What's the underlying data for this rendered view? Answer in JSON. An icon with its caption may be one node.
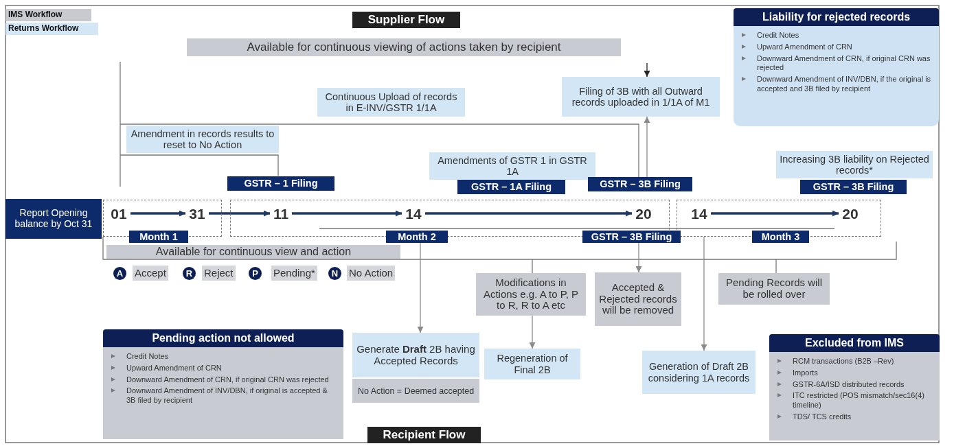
{
  "diagram": {
    "nodes": [
      {
        "text": [
          "IMS Workflow"
        ]
      },
      {
        "text": [
          "Returns Workflow"
        ]
      },
      {
        "text": [
          "Supplier Flow"
        ]
      },
      {
        "text": [
          "Available for continuous viewing of actions taken by recipient"
        ]
      },
      {
        "text": [
          "Liability for rejected records",
          "Credit Notes",
          "Upward Amendment of CRN",
          "Downward Amendment of CRN, if original CRN was rejected",
          "Downward Amendment of INV/DBN, if the original is accepted and 3B filed by recipient"
        ]
      },
      {
        "text": [
          "Continuous Upload of records in E-INV/GSTR 1/1A"
        ]
      },
      {
        "text": [
          "Filing of 3B with all Outward records uploaded in 1/1A of M1"
        ]
      },
      {
        "text": [
          "Amendment in records results to reset to No Action"
        ]
      },
      {
        "text": [
          "Amendments of GSTR 1 in GSTR 1A"
        ]
      },
      {
        "text": [
          "Increasing 3B liability on Rejected records*"
        ]
      },
      {
        "text": [
          "GSTR – 1 Filing"
        ]
      },
      {
        "text": [
          "GSTR – 1A Filing"
        ]
      },
      {
        "text": [
          "GSTR – 3B Filing"
        ]
      },
      {
        "text": [
          "GSTR – 3B Filing"
        ]
      },
      {
        "text": [
          "Report Opening balance by Oct 31"
        ]
      },
      {
        "text": [],
        "shape": "box"
      },
      {
        "text": [
          "01"
        ],
        "in": 15
      },
      {
        "text": [
          "31"
        ],
        "in": 15
      },
      {
        "text": [],
        "shape": "box"
      },
      {
        "text": [
          "11"
        ],
        "in": 18
      },
      {
        "text": [
          "14"
        ],
        "in": 18
      },
      {
        "text": [
          "20"
        ],
        "in": 18
      },
      {
        "text": [],
        "shape": "box"
      },
      {
        "text": [
          "14"
        ],
        "in": 22
      },
      {
        "text": [
          "20"
        ],
        "in": 22
      },
      {
        "text": [
          "Month 1"
        ]
      },
      {
        "text": [
          "Month 2"
        ]
      },
      {
        "text": [
          "GSTR – 3B Filing"
        ]
      },
      {
        "text": [
          "Month 3"
        ]
      },
      {
        "text": [
          "Available for continuous view and action"
        ]
      },
      {
        "text": [
          "Modifications in Actions e.g. A to P, P to R, R to A etc"
        ]
      },
      {
        "text": [
          "Accepted & Rejected records will be removed"
        ]
      },
      {
        "text": [
          "Pending Records will be rolled over"
        ]
      },
      {
        "text": [
          "Pending action not allowed",
          "Credit Notes",
          "Upward Amendment of CRN",
          "Downward Amendment of CRN, if original CRN was rejected",
          "Downward Amendment of INV/DBN, if original is accepted & 3B filed by recipient"
        ]
      },
      {
        "text": [
          "Generate **Draft** 2B having Accepted Records",
          "No Action = Deemed accepted"
        ]
      },
      {
        "text": [
          "Regeneration of Final 2B"
        ]
      },
      {
        "text": [
          "Generation of Draft 2B considering 1A records"
        ]
      },
      {
        "text": [
          "Excluded from IMS",
          "RCM transactions (B2B –Rev)",
          "Imports",
          "GSTR-6A/ISD distributed records",
          "ITC restricted (POS mismatch/sec16(4) timeline)",
          "TDS/ TCS credits"
        ]
      },
      {
        "text": [
          "Recipient Flow"
        ]
      }
    ],
    "edges": [
      {
        "from": null,
        "to": 6,
        "arrow": "to",
        "color": "#222222"
      },
      {
        "from": 12,
        "to": 6,
        "arrow": "to"
      },
      {
        "from": 16,
        "to": 17,
        "arrow": "to",
        "style": "thick",
        "color": "#1f3864"
      },
      {
        "from": 17,
        "to": 19,
        "arrow": "to",
        "style": "thick",
        "color": "#1f3864"
      },
      {
        "from": 19,
        "to": 20,
        "arrow": "to",
        "style": "thick",
        "color": "#1f3864"
      },
      {
        "from": 20,
        "to": 21,
        "arrow": "to",
        "style": "thick",
        "color": "#1f3864"
      },
      {
        "from": 23,
        "to": 24,
        "arrow": "to",
        "style": "thick",
        "color": "#1f3864"
      },
      {
        "from": 26,
        "to": 34,
        "arrow": "to"
      },
      {
        "from": 27,
        "to": 31,
        "arrow": "to"
      },
      {
        "from": 22,
        "to": 36,
        "arrow": "to"
      },
      {
        "from": 30,
        "to": 35,
        "arrow": "to"
      }
    ],
    "labels": [
      "A",
      "Accept",
      "R",
      "Reject",
      "P",
      "Pending*",
      "N",
      "No Action"
    ]
  }
}
